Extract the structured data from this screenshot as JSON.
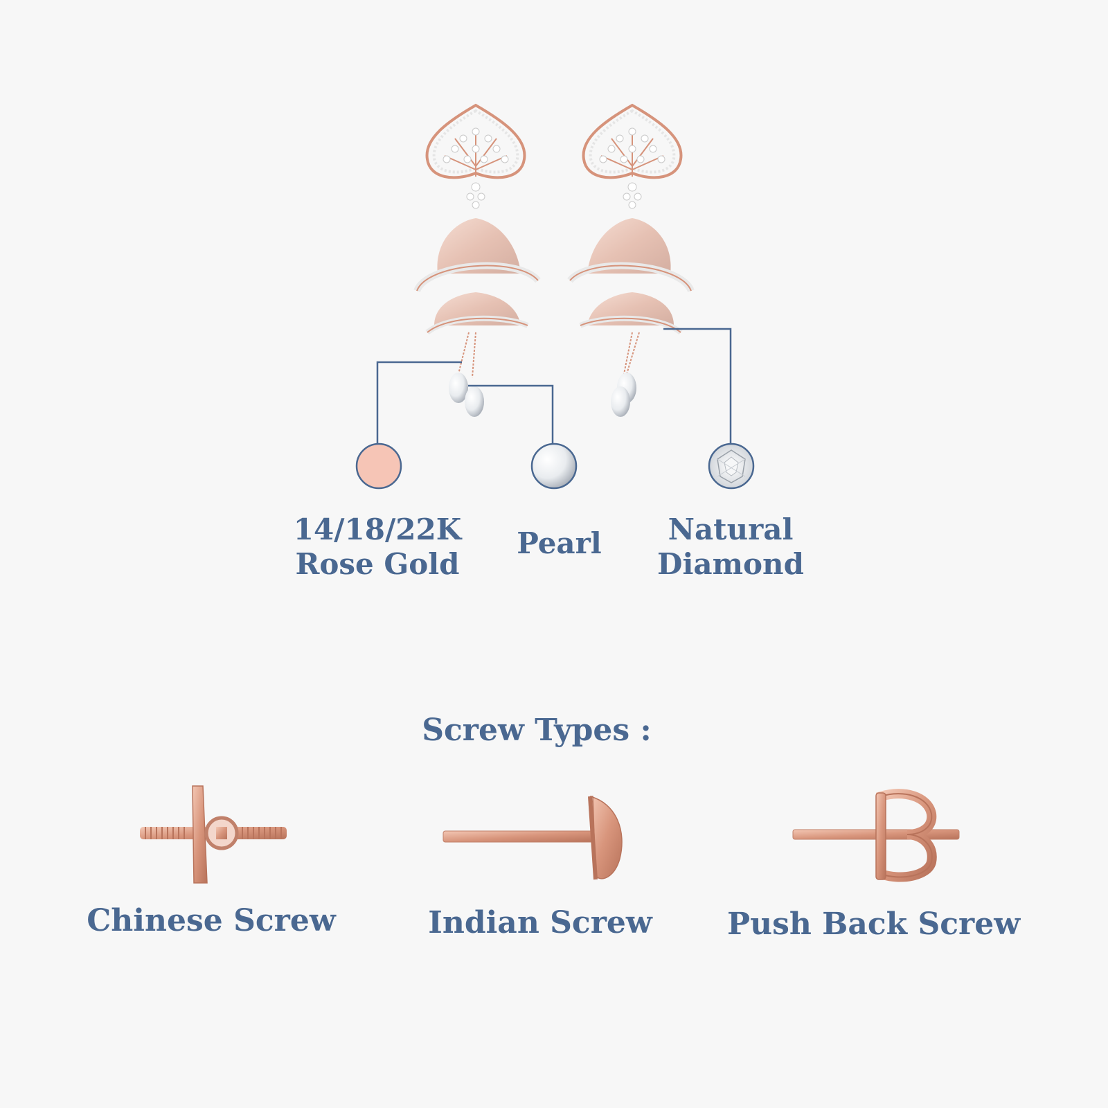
{
  "materials": {
    "gold": {
      "line1": "14/18/22K",
      "line2": "Rose Gold",
      "swatch_color": "#f6c5b6"
    },
    "pearl": {
      "label": "Pearl",
      "swatch_color": "#cfd3d9"
    },
    "diamond": {
      "line1": "Natural",
      "line2": "Diamond",
      "swatch_color": "#e8ecef"
    }
  },
  "screw_section": {
    "title": "Screw Types :",
    "types": [
      {
        "label": "Chinese Screw",
        "icon": "chinese-screw-icon"
      },
      {
        "label": "Indian Screw",
        "icon": "indian-screw-icon"
      },
      {
        "label": "Push Back Screw",
        "icon": "push-back-screw-icon"
      }
    ]
  },
  "colors": {
    "text": "#4a6891",
    "rose_gold": "#d89a84",
    "line": "#4a6891",
    "background": "#f7f7f7"
  }
}
